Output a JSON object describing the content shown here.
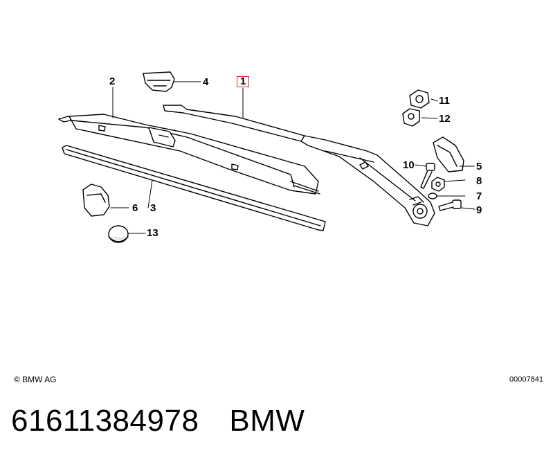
{
  "diagram": {
    "callouts": [
      {
        "id": "1",
        "highlighted": true
      },
      {
        "id": "2"
      },
      {
        "id": "3"
      },
      {
        "id": "4"
      },
      {
        "id": "5"
      },
      {
        "id": "6"
      },
      {
        "id": "7"
      },
      {
        "id": "8"
      },
      {
        "id": "9"
      },
      {
        "id": "10"
      },
      {
        "id": "11"
      },
      {
        "id": "12"
      },
      {
        "id": "13"
      }
    ],
    "highlight_color": "#d9232e",
    "line_color": "#000000",
    "fill_color": "#ffffff",
    "shade_color": "#e8e8e8"
  },
  "copyright": "© BMW AG",
  "doc_number": "00007841",
  "footer": {
    "part_number": "61611384978",
    "brand": "BMW"
  }
}
